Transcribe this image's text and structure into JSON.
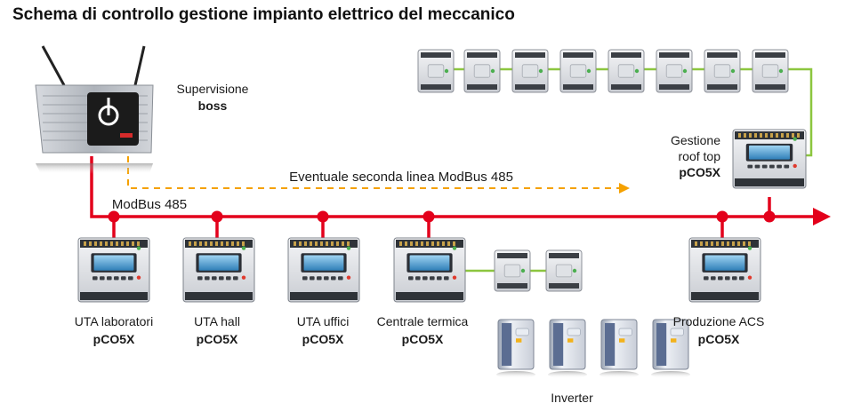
{
  "title": "Schema di controllo gestione impianto elettrico del meccanico",
  "supervisor": {
    "label": "Supervisione",
    "name": "boss"
  },
  "bus_label": "ModBus 485",
  "second_line_label": "Eventuale seconda linea ModBus 485",
  "rooftop": {
    "line1": "Gestione",
    "line2": "roof top",
    "model": "pCO5X"
  },
  "controllers": [
    {
      "label": "UTA laboratori",
      "model": "pCO5X"
    },
    {
      "label": "UTA hall",
      "model": "pCO5X"
    },
    {
      "label": "UTA uffici",
      "model": "pCO5X"
    },
    {
      "label": "Centrale termica",
      "model": "pCO5X"
    },
    {
      "label": "Produzione ACS",
      "model": "pCO5X"
    }
  ],
  "inverter_label": "Inverter",
  "colors": {
    "bus": "#e3001b",
    "secondary": "#f5a100",
    "serial": "#8cc63f"
  }
}
